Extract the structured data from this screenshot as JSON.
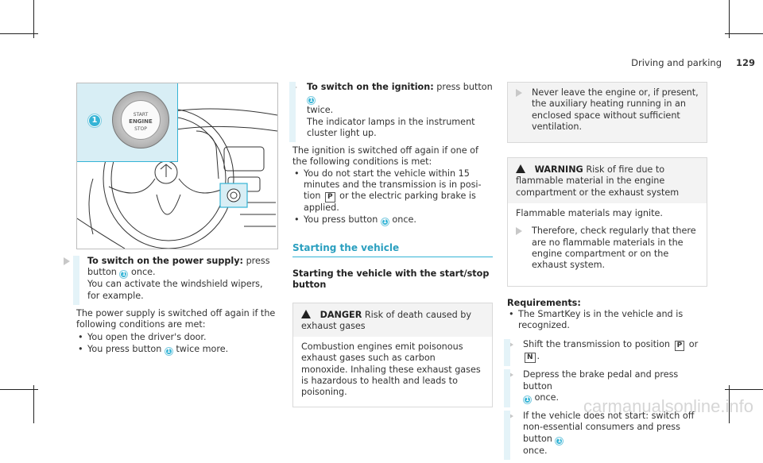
{
  "header": {
    "section": "Driving and parking",
    "page": "129"
  },
  "figure": {
    "callout": "1",
    "button_lines": [
      "START",
      "ENGINE",
      "STOP"
    ]
  },
  "left_col": {
    "step1_bold": "To switch on the power supply:",
    "step1_rest": "press button",
    "step1_rest2": "once.",
    "step1_line2": "You can activate the windshield wipers, for example.",
    "para": "The power supply is switched off again if the following conditions are met:",
    "bullets": [
      "You open the driver's door.",
      "You press button",
      "twice more."
    ]
  },
  "mid_col": {
    "step_bold": "To switch on the ignition:",
    "step_rest": "press button",
    "step_rest2": "twice.",
    "step_line2": "The indicator lamps in the instrument cluster light up.",
    "para": "The ignition is switched off again if one of the following conditions is met:",
    "bullet1": "You do not start the vehicle within 15 minutes and the transmission is in posi-tion",
    "bullet1_gear": "P",
    "bullet1_end": "or the electric parking brake is applied.",
    "bullet2a": "You press button",
    "bullet2b": "once.",
    "section_title": "Starting the vehicle",
    "sub_title": "Starting the vehicle with the start/stop button",
    "danger_label": "DANGER",
    "danger_title": "Risk of death caused by exhaust gases",
    "danger_body": "Combustion engines emit poisonous exhaust gases such as carbon monoxide. Inhaling these exhaust gases is hazardous to health and leads to poisoning."
  },
  "right_col": {
    "box1_step": "Never leave the engine or, if present, the auxiliary heating running in an enclosed space without sufficient ventilation.",
    "warning_label": "WARNING",
    "warning_title": "Risk of fire due to flammable material in the engine compartment or the exhaust system",
    "warning_body": "Flammable materials may ignite.",
    "warning_step": "Therefore, check regularly that there are no flammable materials in the engine compartment or on the exhaust system.",
    "req_title": "Requirements:",
    "req_bullet": "The SmartKey is in the vehicle and is recognized.",
    "step1a": "Shift the transmission to position",
    "gear_p": "P",
    "step1_or": "or",
    "gear_n": "N",
    "step2a": "Depress the brake pedal and press button",
    "step2b": "once.",
    "step3a": "If the vehicle does not start: switch off non-essential consumers and press button",
    "step3b": "once."
  },
  "colors": {
    "accent": "#35b4d6",
    "callout_bg": "#d8eef5"
  }
}
